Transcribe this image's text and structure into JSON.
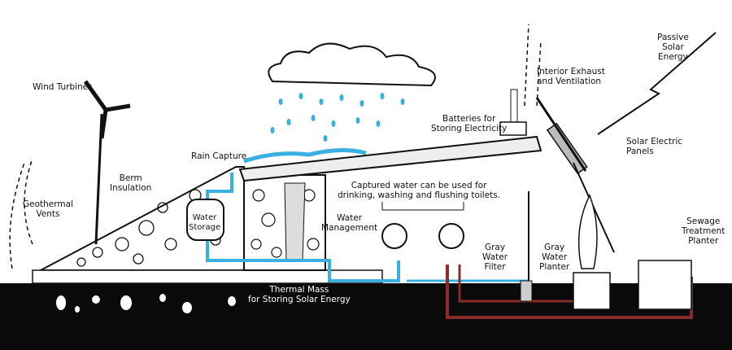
{
  "labels": {
    "wind_turbines": "Wind Turbines",
    "berm_insulation": "Berm\nInsulation",
    "geothermal_vents": "Geothermal\nVents",
    "rain_capture": "Rain Capture",
    "water_storage": "Water\nStorage",
    "batteries": "Batteries for\nStoring Electricity",
    "interior_exhaust": "Interior Exhaust\nand Ventilation",
    "passive_solar": "Passive\nSolar\nEnergy",
    "solar_panels": "Solar Electric\nPanels",
    "captured_water": "Captured water can be used for\ndrinking, washing and flushing toilets.",
    "water_management": "Water\nManagement",
    "gray_water_filter": "Gray\nWater\nFilter",
    "gray_water_planter": "Gray\nWater\nPlanter",
    "sewage_planter": "Sewage\nTreatment\nPlanter",
    "thermal_mass": "Thermal Mass\nfor Storing Solar Energy"
  },
  "colors": {
    "water": "#3ab0e0",
    "gray_water": "#8b2a2a",
    "ground": "#0a0a0a"
  }
}
